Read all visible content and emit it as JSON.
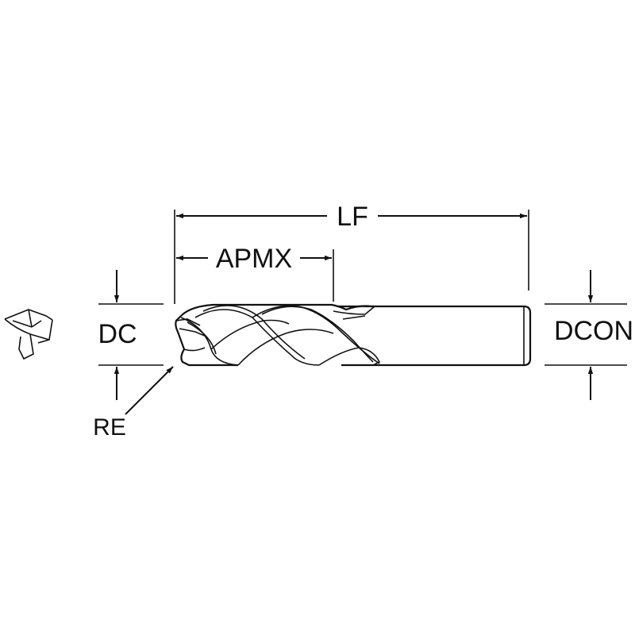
{
  "labels": {
    "lf": "LF",
    "apmx": "APMX",
    "dc": "DC",
    "dcon": "DCON",
    "re": "RE"
  },
  "colors": {
    "stroke": "#111111",
    "background": "#ffffff"
  }
}
